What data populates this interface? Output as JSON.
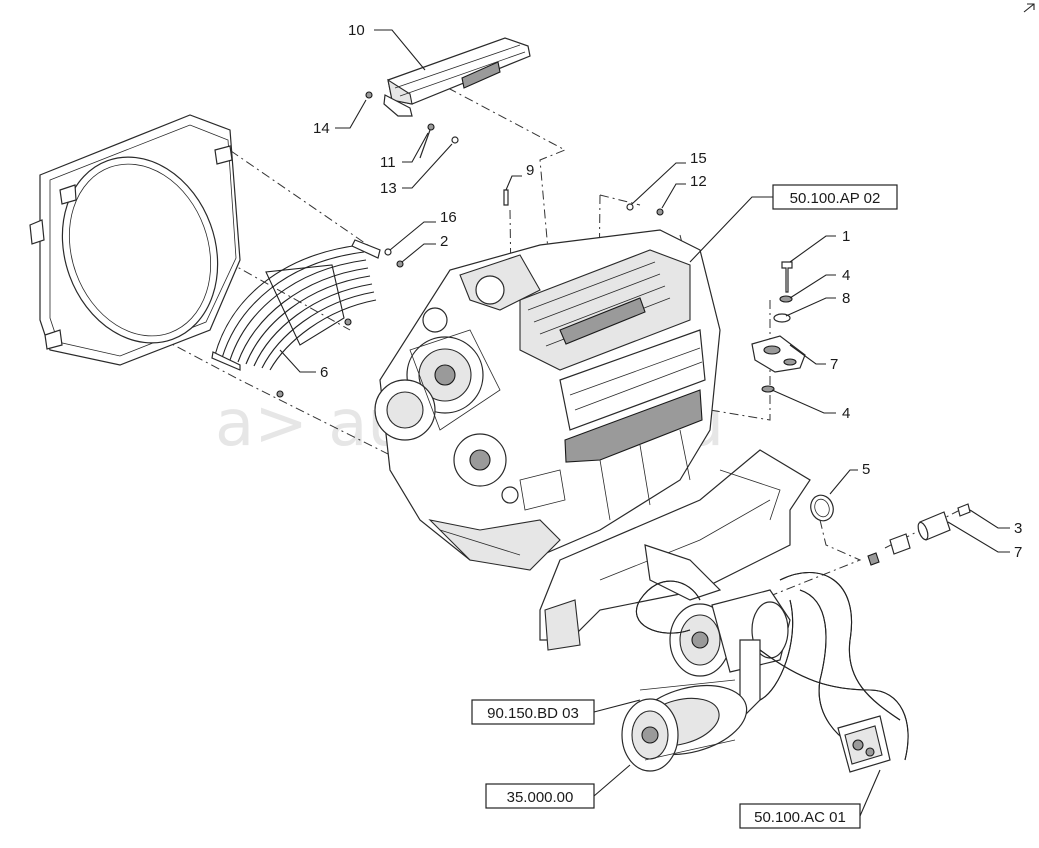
{
  "watermark": "a> autoparts.ru",
  "callouts": [
    {
      "id": "c10",
      "text": "10"
    },
    {
      "id": "c14",
      "text": "14"
    },
    {
      "id": "c11",
      "text": "11"
    },
    {
      "id": "c13",
      "text": "13"
    },
    {
      "id": "c9",
      "text": "9"
    },
    {
      "id": "c15",
      "text": "15"
    },
    {
      "id": "c12",
      "text": "12"
    },
    {
      "id": "c16",
      "text": "16"
    },
    {
      "id": "c2",
      "text": "2"
    },
    {
      "id": "c6",
      "text": "6"
    },
    {
      "id": "c1",
      "text": "1"
    },
    {
      "id": "c4a",
      "text": "4"
    },
    {
      "id": "c8",
      "text": "8"
    },
    {
      "id": "c7a",
      "text": "7"
    },
    {
      "id": "c4b",
      "text": "4"
    },
    {
      "id": "c5",
      "text": "5"
    },
    {
      "id": "c3",
      "text": "3"
    },
    {
      "id": "c7b",
      "text": "7"
    }
  ],
  "references": [
    {
      "id": "r1",
      "text": "50.100.AP 02"
    },
    {
      "id": "r2",
      "text": "90.150.BD 03"
    },
    {
      "id": "r3",
      "text": "35.000.00"
    },
    {
      "id": "r4",
      "text": "50.100.AC 01"
    }
  ]
}
